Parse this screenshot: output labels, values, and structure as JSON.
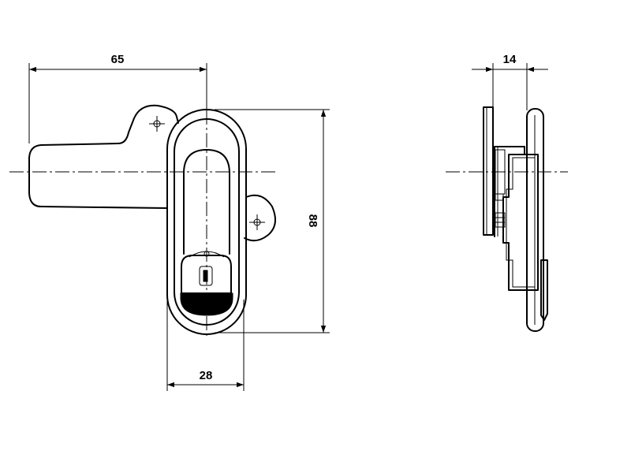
{
  "front_view": {
    "dimensions": {
      "handle_length": "65",
      "height": "88",
      "body_width": "28"
    }
  },
  "side_view": {
    "dimensions": {
      "depth": "14"
    }
  }
}
